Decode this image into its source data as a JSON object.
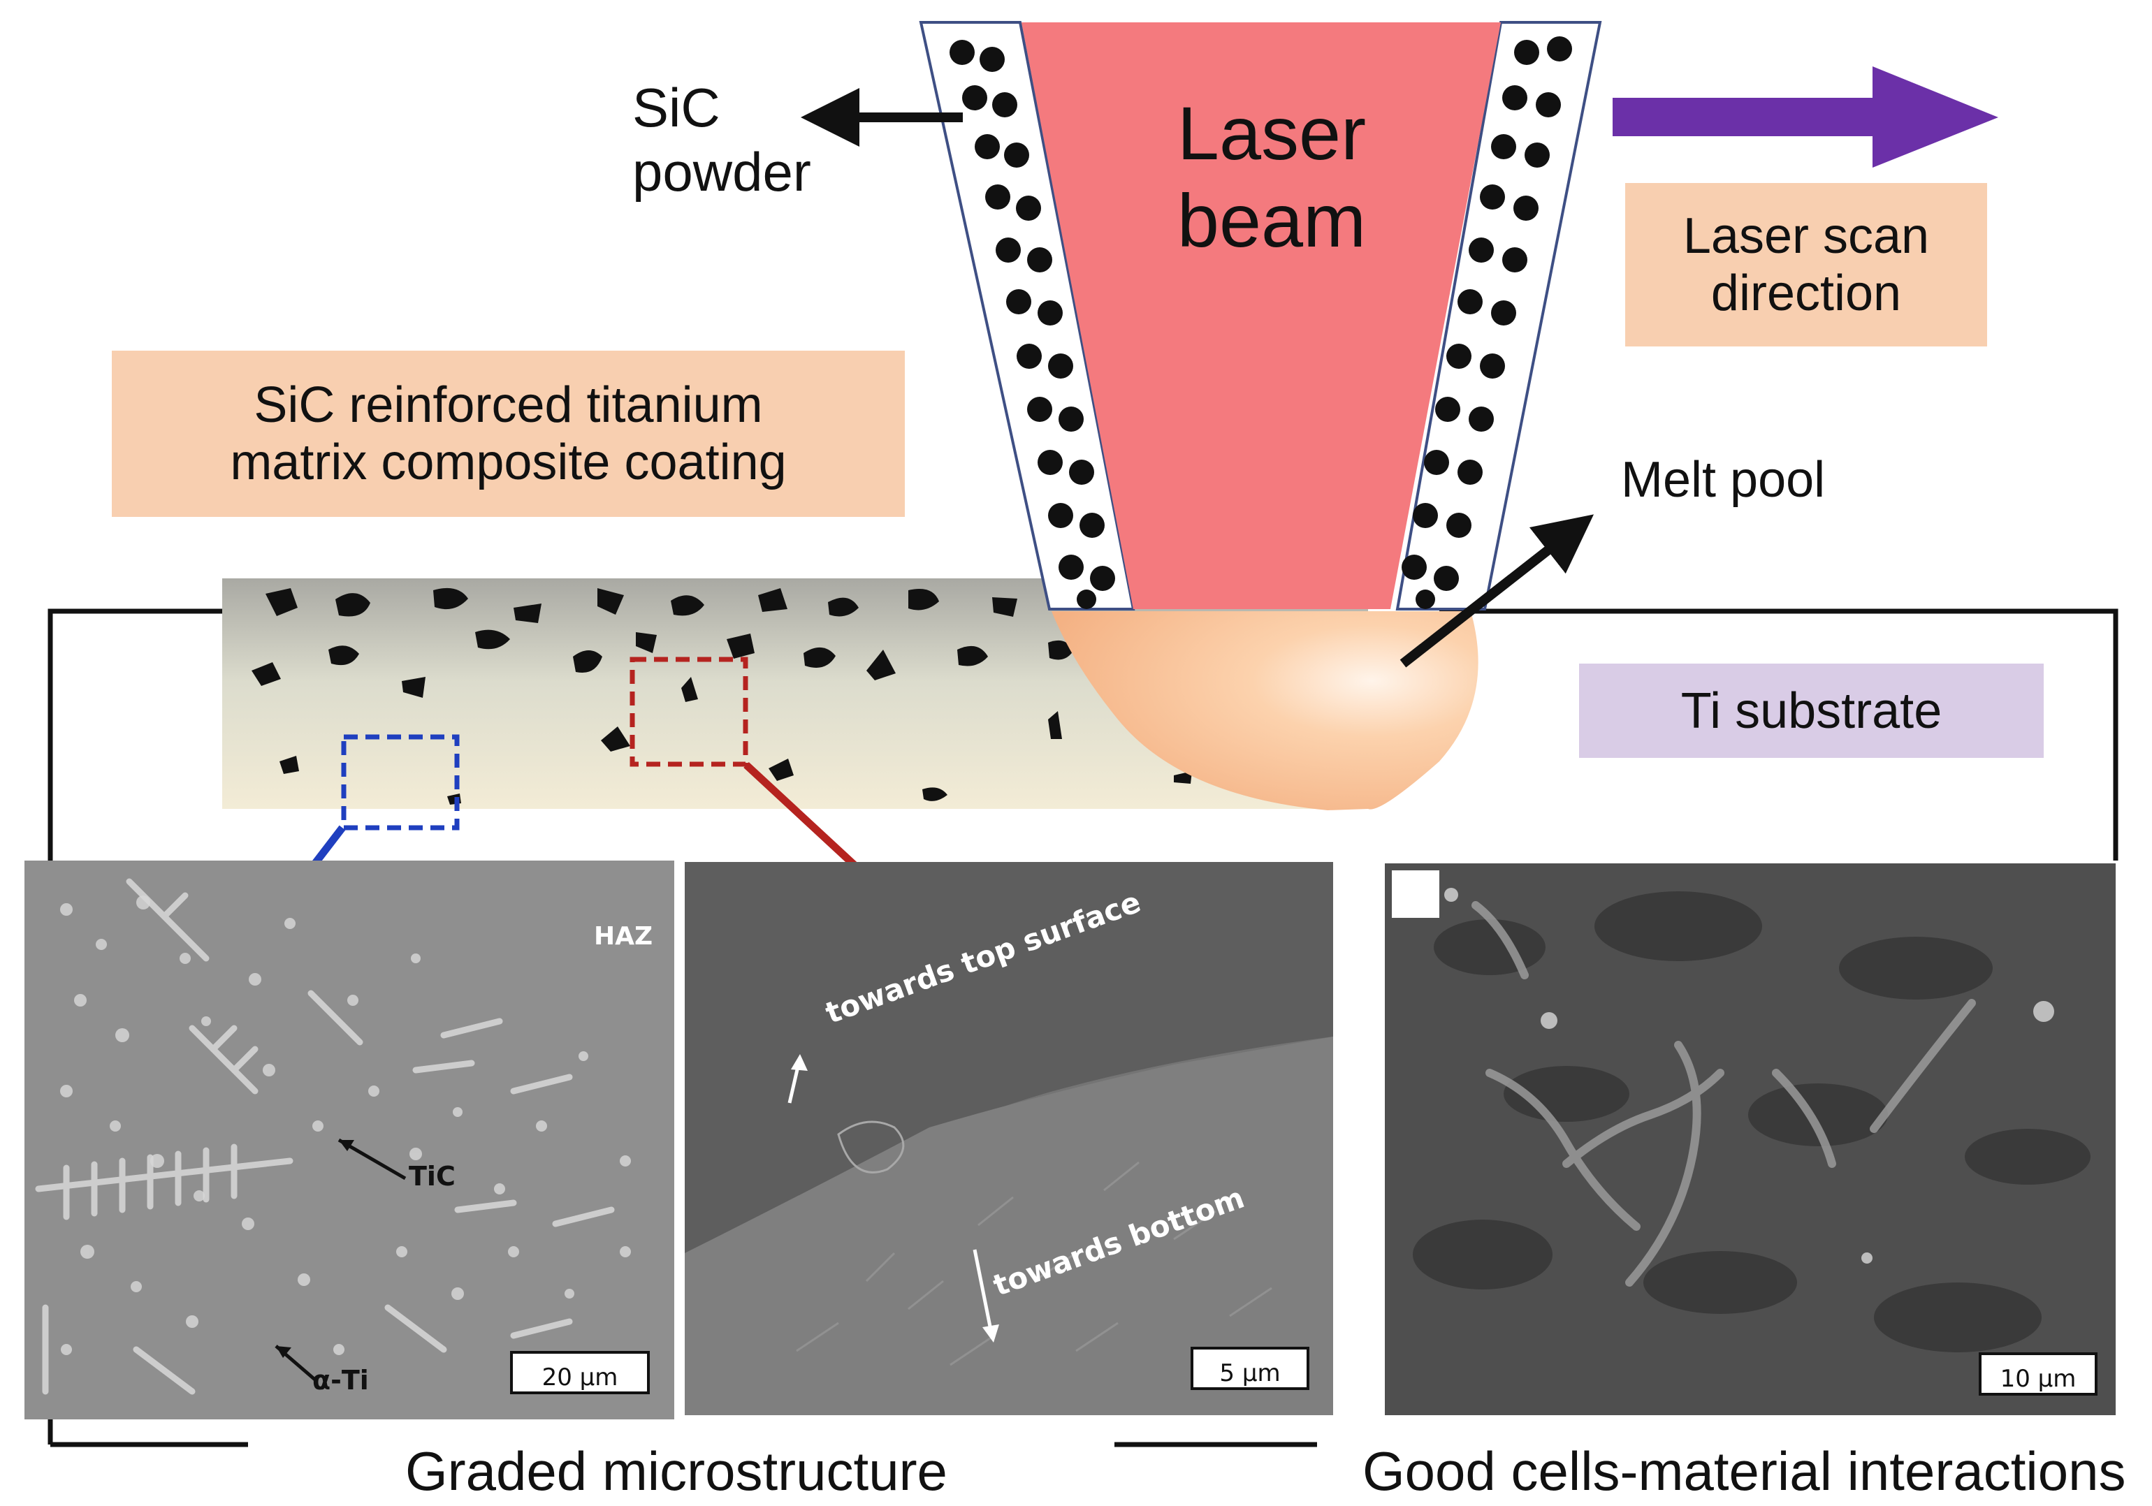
{
  "labels": {
    "sic_powder": [
      "SiC",
      "powder"
    ],
    "laser_beam": [
      "Laser",
      "beam"
    ],
    "laser_scan": [
      "Laser scan",
      "direction"
    ],
    "coating": [
      "SiC reinforced titanium",
      "matrix composite coating"
    ],
    "melt_pool": "Melt pool",
    "substrate": "Ti substrate",
    "graded": "Graded microstructure",
    "cells": "Good cells-material interactions"
  },
  "micrographs": {
    "left": {
      "haz": "HAZ",
      "tic": "TiC",
      "alpha_ti": "α-Ti",
      "scale": "20 µm"
    },
    "middle": {
      "top": "towards top surface",
      "bottom": "towards bottom",
      "scale": "5 µm"
    },
    "right": {
      "scale": "10 µm"
    }
  },
  "colors": {
    "beam": "#f47a7e",
    "scan_arrow": "#6b30a8",
    "peach_box": "#f8cfb0",
    "lavender_box": "#d9cce6",
    "blue_box": "#1f3fbf",
    "red_box": "#b5231f"
  }
}
